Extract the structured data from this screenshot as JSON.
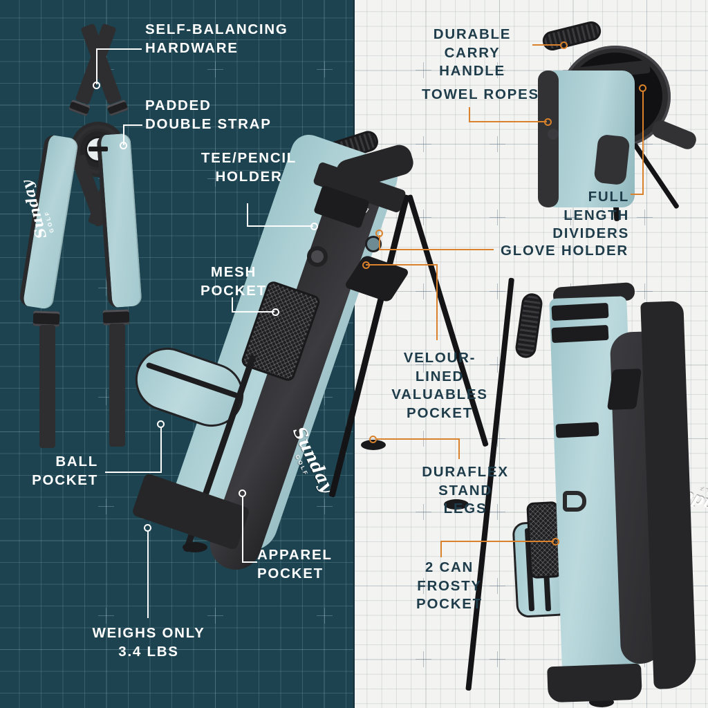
{
  "product": {
    "brand_logo": "Sunday",
    "brand_logo_sub": "GOLF"
  },
  "panels": {
    "left": {
      "name": "strap-and-front-view-panel",
      "background_color": "#1d4350",
      "grid_color": "#aacdd7",
      "text_color": "#ffffff",
      "connector_color": "#ffffff"
    },
    "right": {
      "name": "detail-views-panel",
      "background_color": "#f3f3f1",
      "grid_color": "#6e828c",
      "text_color": "#1e3c4a",
      "connector_color": "#d9822b"
    }
  },
  "callouts_left": [
    {
      "id": "self-balancing-hardware",
      "label": "SELF-BALANCING\nHARDWARE",
      "align": "left"
    },
    {
      "id": "padded-double-strap",
      "label": "PADDED\nDOUBLE STRAP",
      "align": "left"
    },
    {
      "id": "tee-pencil-holder",
      "label": "TEE/PENCIL\nHOLDER",
      "align": "center"
    },
    {
      "id": "mesh-pocket",
      "label": "MESH\nPOCKET",
      "align": "center"
    },
    {
      "id": "ball-pocket",
      "label": "BALL\nPOCKET",
      "align": "right"
    },
    {
      "id": "apparel-pocket",
      "label": "APPAREL\nPOCKET",
      "align": "left"
    },
    {
      "id": "weighs-only",
      "label": "WEIGHS ONLY\n3.4 LBS",
      "align": "center"
    }
  ],
  "callouts_right": [
    {
      "id": "durable-carry-handle",
      "label": "DURABLE CARRY\nHANDLE",
      "align": "center"
    },
    {
      "id": "towel-ropes",
      "label": "TOWEL ROPES",
      "align": "left"
    },
    {
      "id": "full-length-dividers",
      "label": "FULL LENGTH\nDIVIDERS",
      "align": "right"
    },
    {
      "id": "glove-holder",
      "label": "GLOVE HOLDER",
      "align": "left"
    },
    {
      "id": "velour-lined-valuables-pocket",
      "label": "VELOUR-LINED\nVALUABLES\nPOCKET",
      "align": "center"
    },
    {
      "id": "duraflex-stand-legs",
      "label": "DURAFLEX\nSTAND LEGS",
      "align": "center"
    },
    {
      "id": "two-can-frosty-pocket",
      "label": "2 CAN\nFROSTY\nPOCKET",
      "align": "center"
    }
  ],
  "specs": {
    "weight": "3.4 LBS",
    "can_capacity": "2 CAN"
  },
  "colors": {
    "bag_mint": "#a8cdd1",
    "bag_black": "#262628",
    "accent_orange": "#d9822b",
    "dark_teal": "#1d4350",
    "light_gray": "#f3f3f1"
  }
}
